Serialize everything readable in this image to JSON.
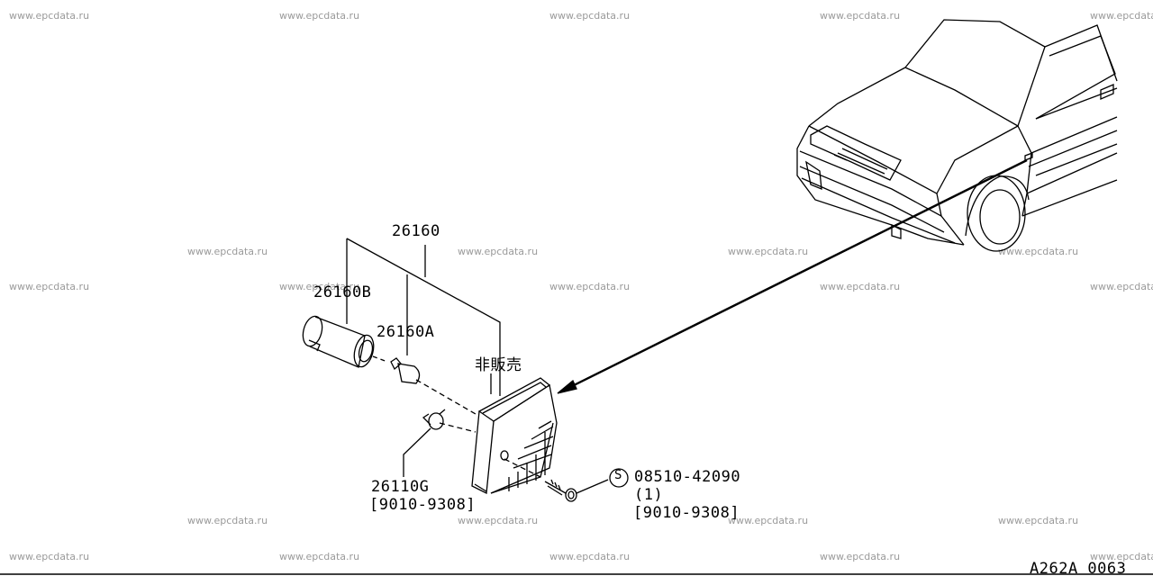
{
  "watermark": "www.epcdata.ru",
  "parts": {
    "lamp_assembly": "26160",
    "socket": "26160B",
    "bulb": "26160A",
    "not_sold": "非販売",
    "clip": "26110G",
    "clip_dates": "[9010-9308]",
    "screw_symbol": "S",
    "screw": "08510-42090",
    "screw_qty": "(1)",
    "screw_dates": "[9010-9308]"
  },
  "diagram_id": "A262A 0063"
}
